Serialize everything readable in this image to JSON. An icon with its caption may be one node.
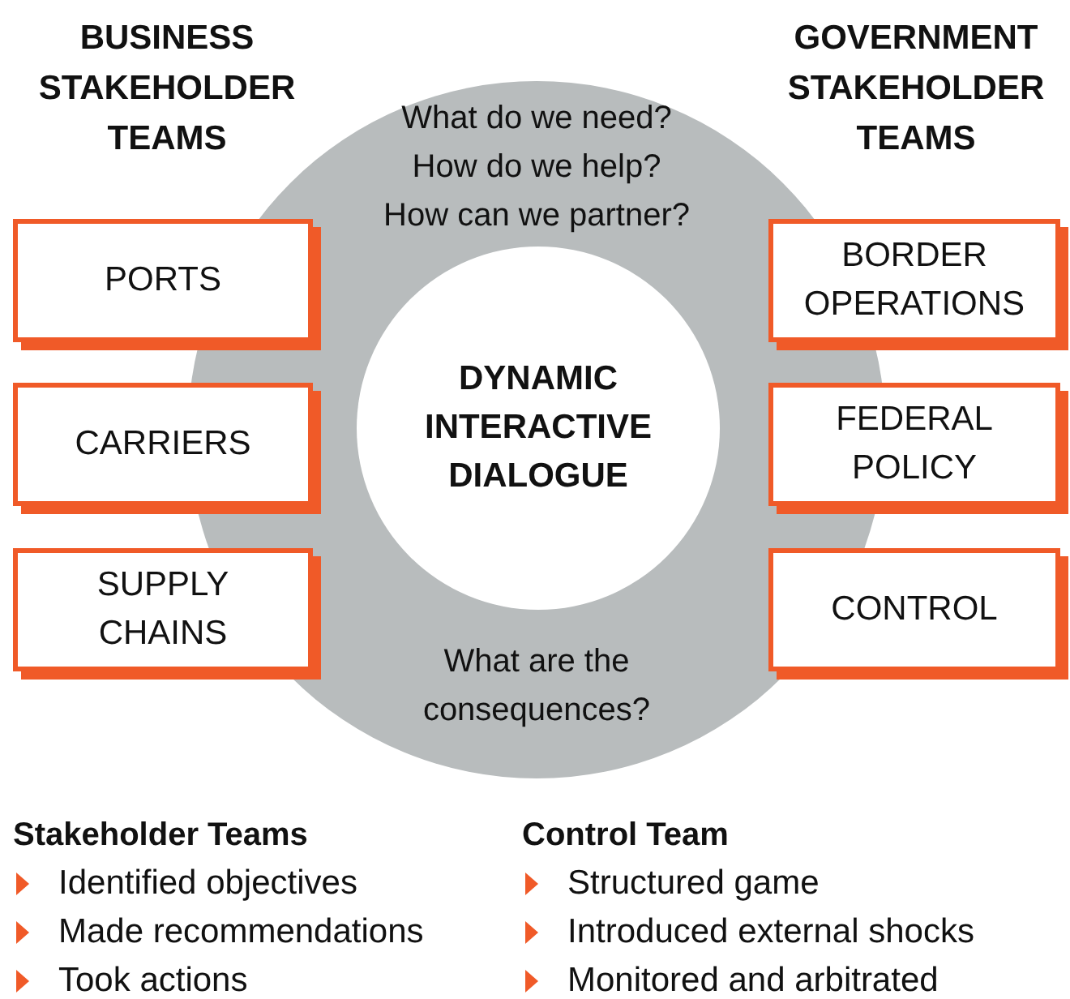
{
  "diagram": {
    "nodes": [
      {
        "text": [
          "What do we need?",
          "How do we help?",
          "How can we partner?",
          "What are the consequences?"
        ]
      },
      {
        "text": [
          "DYNAMIC INTERACTIVE DIALOGUE"
        ],
        "in": 0
      },
      {
        "text": [
          "PORTS"
        ]
      },
      {
        "text": [
          "CARRIERS"
        ]
      },
      {
        "text": [
          "SUPPLY CHAINS"
        ]
      },
      {
        "text": [
          "BORDER OPERATIONS"
        ]
      },
      {
        "text": [
          "FEDERAL POLICY"
        ]
      },
      {
        "text": [
          "CONTROL"
        ]
      }
    ],
    "edges": [],
    "labels": [
      "BUSINESS STAKEHOLDER TEAMS",
      "GOVERNMENT STAKEHOLDER TEAMS",
      "Stakeholder Teams",
      "Identified objectives",
      "Made recommendations",
      "Took actions",
      "Control Team",
      "Structured game",
      "Introduced external shocks",
      "Monitored and arbitrated"
    ]
  }
}
